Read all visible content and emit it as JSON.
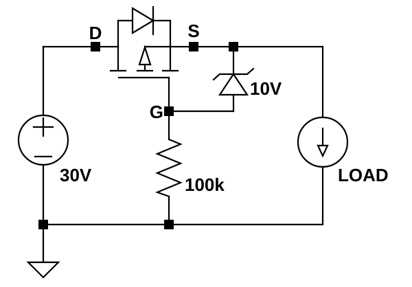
{
  "diagram": {
    "type": "circuit-schematic",
    "background_color": "#ffffff",
    "line_color": "#000000",
    "labels": {
      "drain": "D",
      "source": "S",
      "gate": "G",
      "zener_value": "10V",
      "supply_value": "30V",
      "resistor_value": "100k",
      "load_name": "LOAD"
    },
    "components": [
      {
        "id": "supply",
        "kind": "dc-voltage-source",
        "symbol": "circle-plus-minus",
        "label": "30V"
      },
      {
        "id": "mosfet",
        "kind": "n-channel-mosfet",
        "symbol": "mosfet-with-body-arrow",
        "terminals": [
          "D",
          "G",
          "S"
        ]
      },
      {
        "id": "body-diode",
        "kind": "diode",
        "symbol": "triangle-right-with-bar",
        "label": ""
      },
      {
        "id": "zener",
        "kind": "zener-diode",
        "symbol": "triangle-up-with-bent-bar",
        "label": "10V"
      },
      {
        "id": "resistor",
        "kind": "resistor",
        "symbol": "zigzag",
        "label": "100k"
      },
      {
        "id": "load",
        "kind": "current-source",
        "symbol": "circle-down-arrow",
        "label": "LOAD"
      },
      {
        "id": "ground",
        "kind": "ground",
        "symbol": "down-triangle",
        "label": ""
      }
    ]
  }
}
